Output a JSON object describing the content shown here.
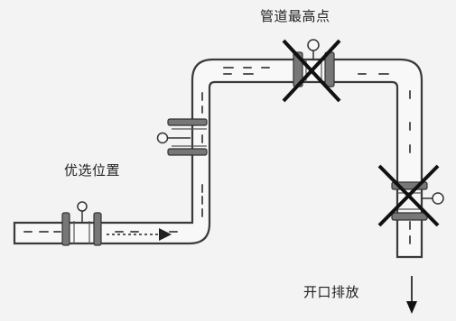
{
  "labels": {
    "highest_point": "管道最高点",
    "preferred_position": "优选位置",
    "open_drain": "开口排放"
  },
  "colors": {
    "pipe_fill": "#f8f8f8",
    "pipe_stroke": "#3a3a3a",
    "flange": "#707070",
    "cross": "#111111",
    "background": "#f3f3f3"
  }
}
